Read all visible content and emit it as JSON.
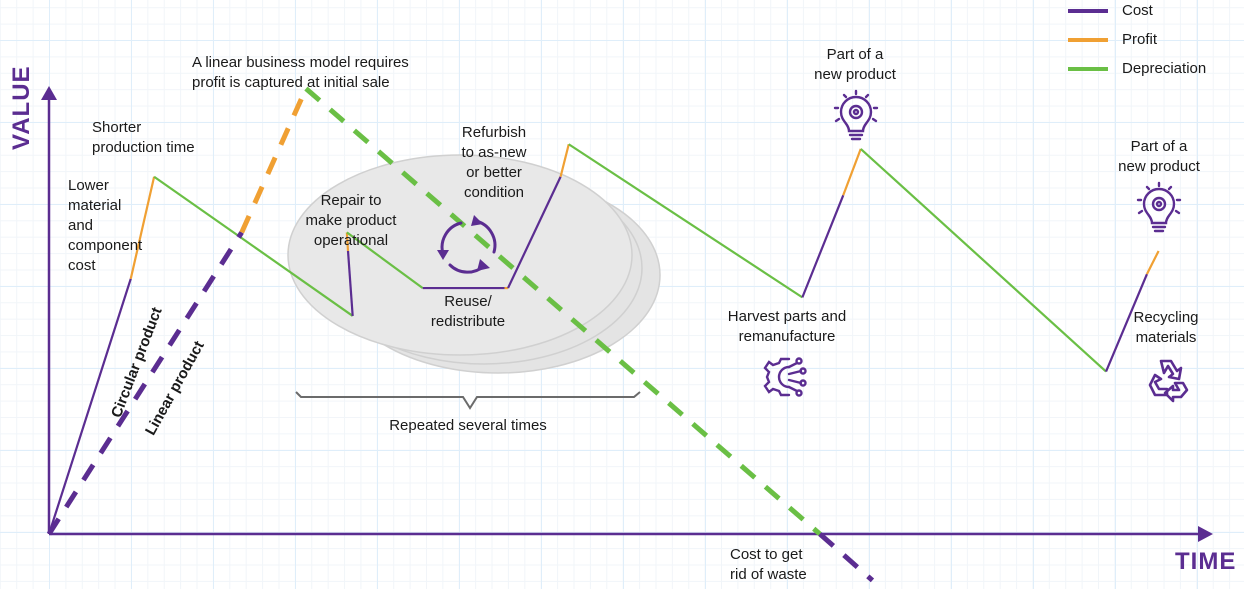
{
  "colors": {
    "cost": "#5b2d91",
    "profit": "#f0a033",
    "depreciation": "#6abf45",
    "axis": "#5b2d91",
    "ellipse": "#e2e2e2",
    "brace": "#6b6b6b"
  },
  "legend": [
    {
      "label": "Cost",
      "color": "#5b2d91"
    },
    {
      "label": "Profit",
      "color": "#f0a033"
    },
    {
      "label": "Depreciation",
      "color": "#6abf45"
    }
  ],
  "axes": {
    "y_label": "VALUE",
    "x_label": "TIME"
  },
  "labels": {
    "linear_model": "A linear business model requires\nprofit is captured at initial sale",
    "shorter_production": "Shorter\nproduction time",
    "lower_cost": "Lower\nmaterial\nand\ncomponent\ncost",
    "circular_product": "Circular product",
    "linear_product": "Linear product",
    "repair": "Repair to\nmake product\noperational",
    "refurbish": "Refurbish\nto as-new\nor better\ncondition",
    "reuse": "Reuse/\nredistribute",
    "repeated": "Repeated several times",
    "part_new_1": "Part of a\nnew product",
    "harvest": "Harvest parts and\nremanufacture",
    "part_new_2": "Part of a\nnew product",
    "recycling": "Recycling\nmaterials",
    "waste": "Cost to get\nrid of waste"
  },
  "icons": [
    {
      "name": "lightbulb-gear-icon",
      "stage": "Part of a new product"
    },
    {
      "name": "gear-circuit-icon",
      "stage": "Harvest parts and remanufacture"
    },
    {
      "name": "lightbulb-gear-icon",
      "stage": "Part of a new product"
    },
    {
      "name": "recycle-icon",
      "stage": "Recycling materials"
    },
    {
      "name": "cycle-arrows-icon",
      "stage": "Repeated loop"
    }
  ],
  "chart_data": {
    "type": "line",
    "title": "",
    "xlabel": "TIME",
    "ylabel": "VALUE",
    "note": "Conceptual value-over-time diagram, arbitrary units (x: time 0-100, y: value 0-100)",
    "series": [
      {
        "name": "Circular product",
        "style": "solid",
        "segments": [
          {
            "type": "Cost",
            "from": [
              0,
              0
            ],
            "to": [
              7,
              55
            ]
          },
          {
            "type": "Profit",
            "from": [
              7,
              55
            ],
            "to": [
              9,
              77
            ]
          },
          {
            "type": "Depreciation",
            "from": [
              9,
              77
            ],
            "to": [
              26,
              47
            ]
          },
          {
            "type": "Cost",
            "from": [
              26,
              47
            ],
            "to": [
              25.6,
              61
            ]
          },
          {
            "type": "Profit",
            "from": [
              25.6,
              61
            ],
            "to": [
              25.5,
              65
            ]
          },
          {
            "type": "Depreciation",
            "from": [
              25.5,
              65
            ],
            "to": [
              32,
              53
            ]
          },
          {
            "type": "Cost",
            "from": [
              32,
              53
            ],
            "to": [
              39,
              53
            ]
          },
          {
            "type": "Profit",
            "from": [
              39,
              53
            ],
            "to": [
              39.3,
              53
            ]
          },
          {
            "type": "Cost",
            "from": [
              39.3,
              53
            ],
            "to": [
              43.8,
              77
            ]
          },
          {
            "type": "Profit",
            "from": [
              43.8,
              77
            ],
            "to": [
              44.5,
              84
            ]
          },
          {
            "type": "Depreciation",
            "from": [
              44.5,
              84
            ],
            "to": [
              64.5,
              51
            ]
          },
          {
            "type": "Cost",
            "from": [
              64.5,
              51
            ],
            "to": [
              68,
              73
            ]
          },
          {
            "type": "Profit",
            "from": [
              68,
              73
            ],
            "to": [
              69.5,
              83
            ]
          },
          {
            "type": "Depreciation",
            "from": [
              69.5,
              83
            ],
            "to": [
              90.5,
              35
            ]
          },
          {
            "type": "Cost",
            "from": [
              90.5,
              35
            ],
            "to": [
              94,
              56
            ]
          },
          {
            "type": "Profit",
            "from": [
              94,
              56
            ],
            "to": [
              95,
              61
            ]
          }
        ]
      },
      {
        "name": "Linear product",
        "style": "dashed",
        "segments": [
          {
            "type": "Cost",
            "from": [
              0,
              0
            ],
            "to": [
              16.5,
              65
            ]
          },
          {
            "type": "Profit",
            "from": [
              16.5,
              65
            ],
            "to": [
              22,
              96
            ]
          },
          {
            "type": "Depreciation",
            "from": [
              22,
              96
            ],
            "to": [
              66,
              0
            ]
          },
          {
            "type": "Cost",
            "from": [
              66,
              0
            ],
            "to": [
              70.5,
              -10
            ]
          }
        ]
      }
    ],
    "annotations": [
      "A linear business model requires profit is captured at initial sale",
      "Shorter production time",
      "Lower material and component cost",
      "Repair to make product operational",
      "Reuse/ redistribute",
      "Refurbish to as-new or better condition",
      "Repeated several times",
      "Harvest parts and remanufacture",
      "Part of a new product",
      "Part of a new product",
      "Recycling materials",
      "Cost to get rid of waste"
    ],
    "legend_position": "top-right",
    "grid": true
  }
}
